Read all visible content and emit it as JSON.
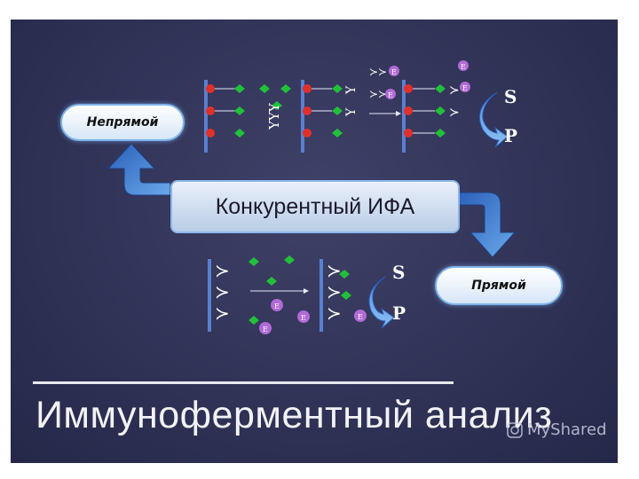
{
  "central_label": "Конкурентный ИФА",
  "indirect_label": "Непрямой",
  "direct_label": "Прямой",
  "substrate_letter": "S",
  "product_letter": "P",
  "enzyme_letter": "E",
  "page_title": "Иммуноферментный анализ",
  "watermark": "MyShared",
  "colors": {
    "background": "#2f3155",
    "antigen_red": "#e0302a",
    "ligand_green": "#22c03a",
    "enzyme_purple": "#b06ad6",
    "arrow_blue": "#3f7fd0",
    "pill_border": "#7fb2e8"
  }
}
